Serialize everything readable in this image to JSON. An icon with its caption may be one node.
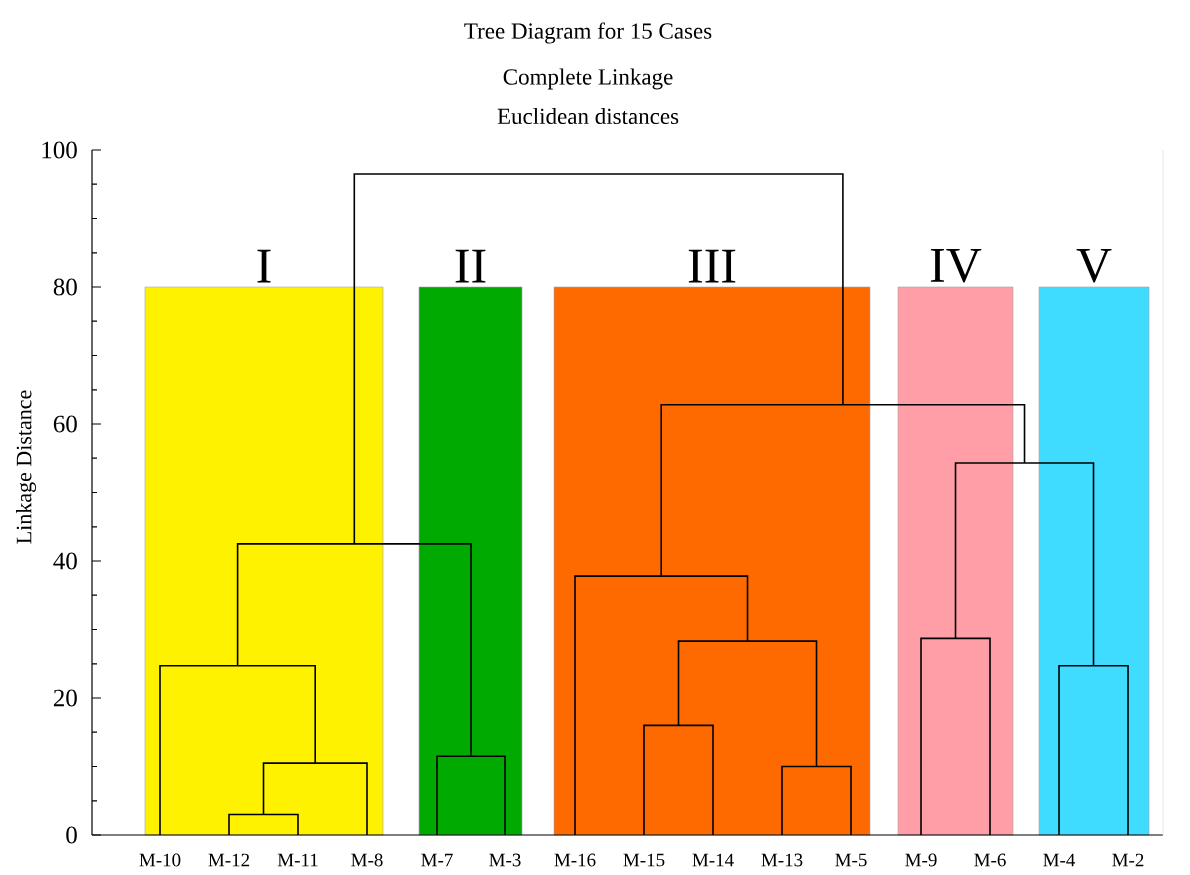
{
  "diagram": {
    "title": "Tree Diagram for 15 Cases",
    "nodes": [
      {
        "text": [
          "I"
        ]
      },
      {
        "text": [
          "II"
        ]
      },
      {
        "text": [
          "III"
        ]
      },
      {
        "text": [
          "IV"
        ]
      },
      {
        "text": [
          "V"
        ]
      }
    ],
    "labels": [
      "Complete Linkage",
      "Euclidean distances",
      "100",
      "80",
      "Linkage Distance",
      "60",
      "40",
      "20",
      "0",
      "M-10",
      "M-12",
      "M-11",
      "M-8",
      "M-7",
      "M-3",
      "M-16",
      "M-15",
      "M-14",
      "M-13",
      "M-5",
      "M-9",
      "M-6",
      "M-4",
      "M-2"
    ]
  }
}
